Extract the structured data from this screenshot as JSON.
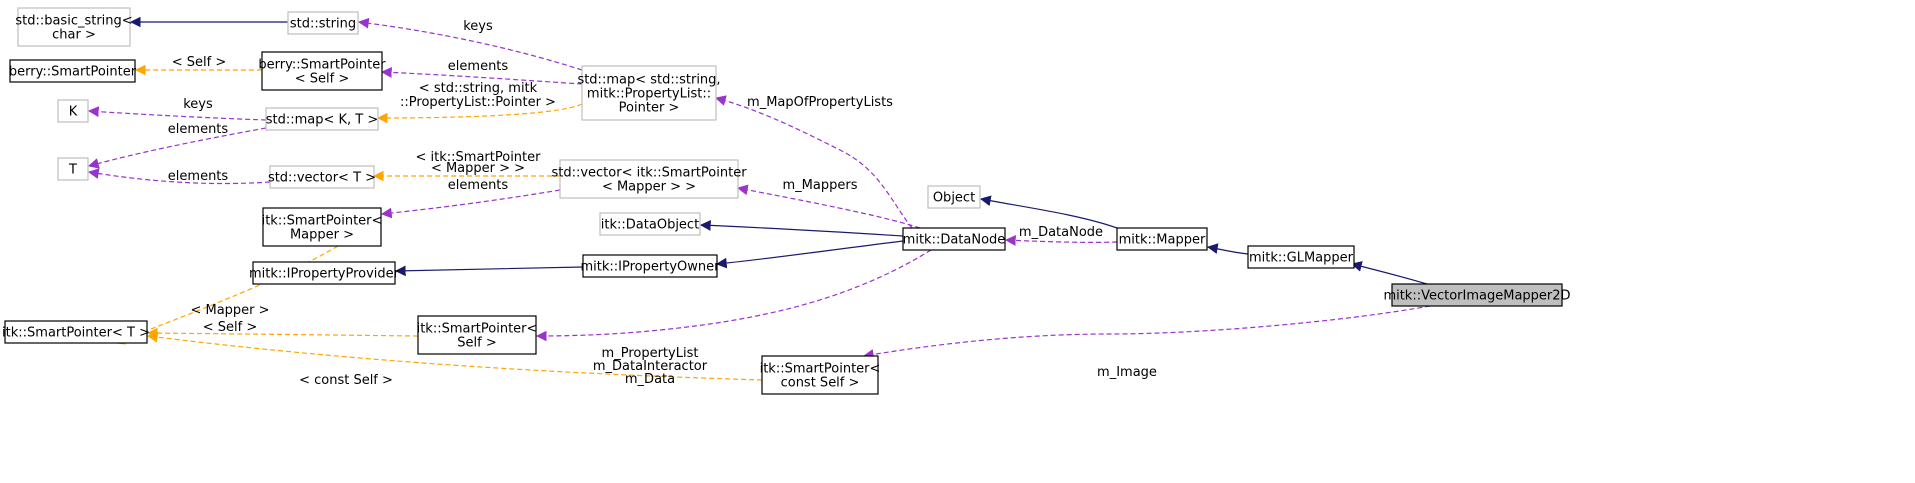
{
  "colors": {
    "inheritance": "#191970",
    "usage": "#9a32cd",
    "template": "#ffa500",
    "current_fill": "#bfbfbf"
  },
  "nodes": [
    {
      "id": "basic_string",
      "lines": [
        "std::basic_string<",
        "char >"
      ],
      "style": "gray"
    },
    {
      "id": "std_string",
      "lines": [
        "std::string"
      ],
      "style": "gray"
    },
    {
      "id": "berry_sp",
      "lines": [
        "berry::SmartPointer"
      ],
      "style": "solid"
    },
    {
      "id": "berry_sp_self",
      "lines": [
        "berry::SmartPointer",
        "< Self >"
      ],
      "style": "solid"
    },
    {
      "id": "std_map_props",
      "lines": [
        "std::map< std::string,",
        "mitk::PropertyList::",
        "Pointer >"
      ],
      "style": "gray"
    },
    {
      "id": "K",
      "lines": [
        "K"
      ],
      "style": "gray"
    },
    {
      "id": "std_map_kt",
      "lines": [
        "std::map< K, T >"
      ],
      "style": "gray"
    },
    {
      "id": "T",
      "lines": [
        "T"
      ],
      "style": "gray"
    },
    {
      "id": "std_vector_t",
      "lines": [
        "std::vector< T >"
      ],
      "style": "gray"
    },
    {
      "id": "std_vector_sp",
      "lines": [
        "std::vector< itk::SmartPointer",
        "< Mapper > >"
      ],
      "style": "gray"
    },
    {
      "id": "itk_sp_mapper",
      "lines": [
        "itk::SmartPointer<",
        "Mapper >"
      ],
      "style": "solid"
    },
    {
      "id": "itk_dataobject",
      "lines": [
        "itk::DataObject"
      ],
      "style": "gray"
    },
    {
      "id": "object",
      "lines": [
        "Object"
      ],
      "style": "gray"
    },
    {
      "id": "mitk_datanode",
      "lines": [
        "mitk::DataNode"
      ],
      "style": "solid"
    },
    {
      "id": "mitk_mapper",
      "lines": [
        "mitk::Mapper"
      ],
      "style": "solid"
    },
    {
      "id": "mitk_glmapper",
      "lines": [
        "mitk::GLMapper"
      ],
      "style": "solid"
    },
    {
      "id": "mitk_vim2d",
      "lines": [
        "mitk::VectorImageMapper2D"
      ],
      "style": "current"
    },
    {
      "id": "mitk_ipp",
      "lines": [
        "mitk::IPropertyProvider"
      ],
      "style": "solid"
    },
    {
      "id": "mitk_ipo",
      "lines": [
        "mitk::IPropertyOwner"
      ],
      "style": "solid"
    },
    {
      "id": "itk_sp_t",
      "lines": [
        "itk::SmartPointer< T >"
      ],
      "style": "solid"
    },
    {
      "id": "itk_sp_self",
      "lines": [
        "itk::SmartPointer<",
        "Self >"
      ],
      "style": "solid"
    },
    {
      "id": "itk_sp_cself",
      "lines": [
        "itk::SmartPointer<",
        "const Self >"
      ],
      "style": "solid"
    }
  ],
  "edges": [
    {
      "id": "e1",
      "kind": "inherit"
    },
    {
      "id": "e2",
      "kind": "template",
      "label": [
        "< Self >"
      ]
    },
    {
      "id": "e3",
      "kind": "usage",
      "label": [
        "keys"
      ]
    },
    {
      "id": "e4",
      "kind": "usage",
      "label": [
        "elements"
      ]
    },
    {
      "id": "e5",
      "kind": "usage",
      "label": [
        "keys"
      ]
    },
    {
      "id": "e6",
      "kind": "usage",
      "label": [
        "elements"
      ]
    },
    {
      "id": "e7",
      "kind": "template",
      "label": [
        "< std::string, mitk",
        "::PropertyList::Pointer >"
      ]
    },
    {
      "id": "e8",
      "kind": "usage",
      "label": [
        "elements"
      ]
    },
    {
      "id": "e9",
      "kind": "template",
      "label": [
        "< itk::SmartPointer",
        "< Mapper > >"
      ]
    },
    {
      "id": "e10",
      "kind": "usage",
      "label": [
        "elements"
      ]
    },
    {
      "id": "e11",
      "kind": "usage",
      "label": [
        "m_MapOfPropertyLists"
      ]
    },
    {
      "id": "e12",
      "kind": "usage",
      "label": [
        "m_Mappers"
      ]
    },
    {
      "id": "e13",
      "kind": "inherit"
    },
    {
      "id": "e14",
      "kind": "inherit"
    },
    {
      "id": "e15",
      "kind": "inherit"
    },
    {
      "id": "e16",
      "kind": "inherit"
    },
    {
      "id": "e17",
      "kind": "usage",
      "label": [
        "m_DataNode"
      ]
    },
    {
      "id": "e18",
      "kind": "inherit"
    },
    {
      "id": "e19",
      "kind": "inherit"
    },
    {
      "id": "e20",
      "kind": "template",
      "label": [
        "< Mapper >"
      ]
    },
    {
      "id": "e21",
      "kind": "template",
      "label": [
        "< Self >"
      ]
    },
    {
      "id": "e22",
      "kind": "template",
      "label": [
        "< const Self >"
      ]
    },
    {
      "id": "e23",
      "kind": "usage",
      "label": [
        "m_PropertyList",
        "m_DataInteractor",
        "m_Data"
      ]
    },
    {
      "id": "e24",
      "kind": "usage",
      "label": [
        "m_Image"
      ]
    }
  ]
}
